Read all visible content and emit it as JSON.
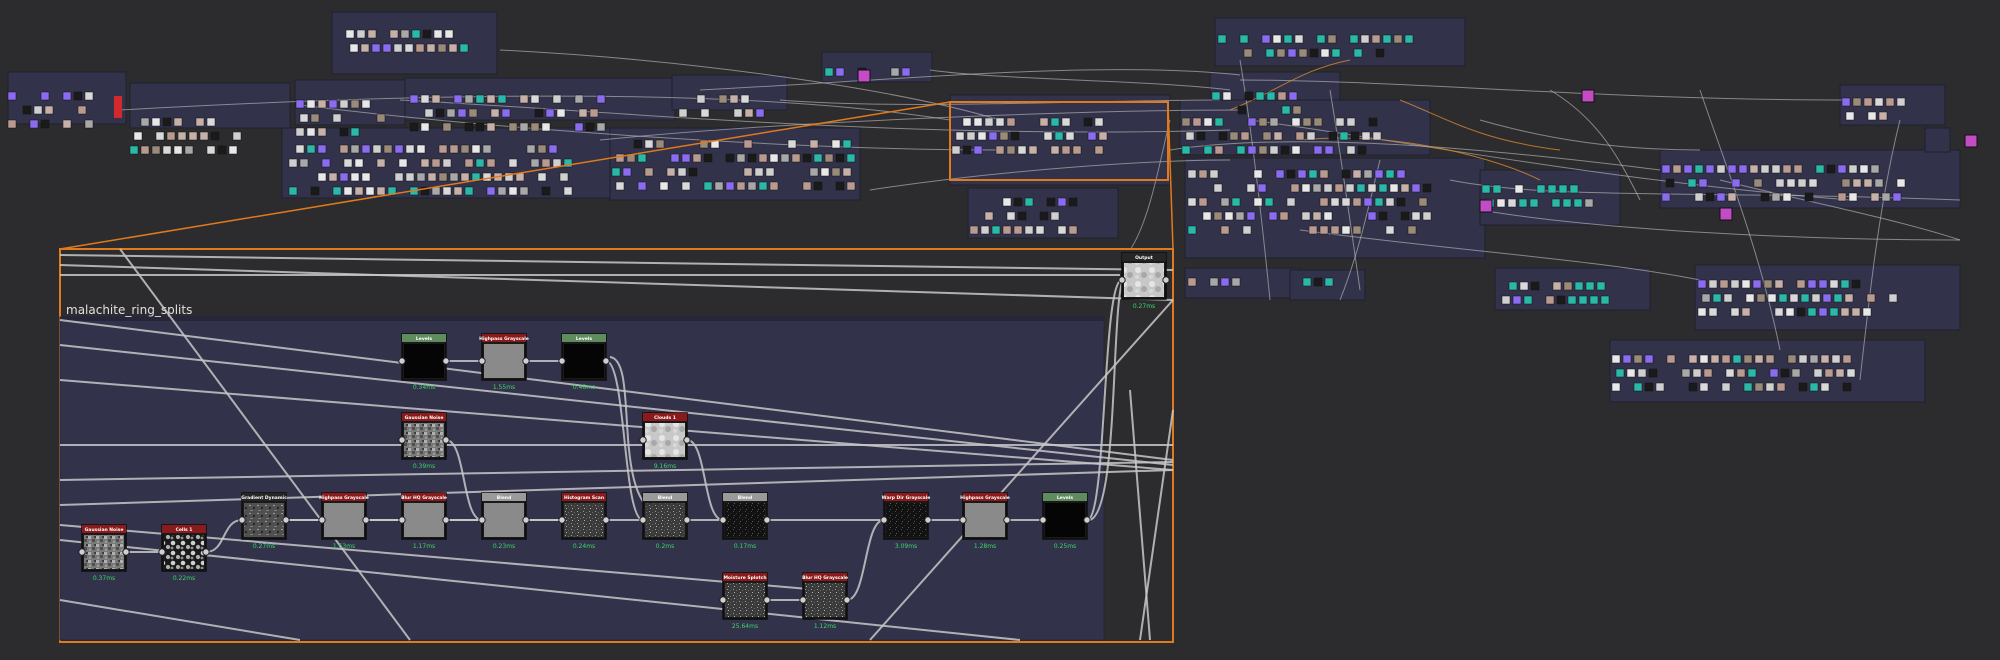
{
  "graph": {
    "zoom_frame_title": "malachite_ring_splits",
    "colors": {
      "background": "#2c2c2e",
      "frame": "#32324a",
      "selection": "#e07a1c",
      "wire": "#c8c8c8",
      "header_red": "#8c1a1a",
      "header_green": "#5e8c5e",
      "header_gray": "#9a9a9a",
      "header_dark": "#262626",
      "timing_text": "#3cd86a",
      "node_purple": "#8b6cf0",
      "node_teal": "#2ab8a8",
      "node_magenta": "#c34bc6"
    },
    "nodes": [
      {
        "id": "n1",
        "title": "Levels",
        "time": "0.34ms",
        "header": "green",
        "thumb": "black"
      },
      {
        "id": "n2",
        "title": "Highpass Grayscale",
        "time": "1.55ms",
        "header": "red",
        "thumb": "gray"
      },
      {
        "id": "n3",
        "title": "Levels",
        "time": "0.48ms",
        "header": "green",
        "thumb": "black"
      },
      {
        "id": "n4",
        "title": "Gaussian Noise",
        "time": "0.39ms",
        "header": "red",
        "thumb": "noise"
      },
      {
        "id": "n5",
        "title": "Clouds 1",
        "time": "9.16ms",
        "header": "red",
        "thumb": "clouds"
      },
      {
        "id": "n6",
        "title": "Gaussian Noise",
        "time": "0.37ms",
        "header": "red",
        "thumb": "noise"
      },
      {
        "id": "n7",
        "title": "Cells 1",
        "time": "0.22ms",
        "header": "red",
        "thumb": "cells"
      },
      {
        "id": "n8",
        "title": "Gradient Dynamic",
        "time": "0.27ms",
        "header": "dark",
        "thumb": "rough"
      },
      {
        "id": "n9",
        "title": "Highpass Grayscale",
        "time": "1.63ms",
        "header": "red",
        "thumb": "gray"
      },
      {
        "id": "n10",
        "title": "Blur HQ Grayscale",
        "time": "1.17ms",
        "header": "red",
        "thumb": "gray"
      },
      {
        "id": "n11",
        "title": "Blend",
        "time": "0.23ms",
        "header": "gray",
        "thumb": "gray"
      },
      {
        "id": "n12",
        "title": "Histogram Scan",
        "time": "0.24ms",
        "header": "red",
        "thumb": "grain"
      },
      {
        "id": "n13",
        "title": "Blend",
        "time": "0.2ms",
        "header": "gray",
        "thumb": "grain"
      },
      {
        "id": "n14",
        "title": "Blend",
        "time": "0.17ms",
        "header": "gray",
        "thumb": "darkgrain"
      },
      {
        "id": "n15",
        "title": "Warp Dir Grayscale",
        "time": "3.09ms",
        "header": "red",
        "thumb": "darkgrain"
      },
      {
        "id": "n16",
        "title": "Highpass Grayscale",
        "time": "1.28ms",
        "header": "red",
        "thumb": "gray"
      },
      {
        "id": "n17",
        "title": "Levels",
        "time": "0.25ms",
        "header": "green",
        "thumb": "black"
      },
      {
        "id": "n18",
        "title": "Moisture Splotch",
        "time": "25.64ms",
        "header": "red",
        "thumb": "grain"
      },
      {
        "id": "n19",
        "title": "Blur HQ Grayscale",
        "time": "1.12ms",
        "header": "red",
        "thumb": "grain"
      },
      {
        "id": "n20",
        "title": "Output",
        "time": "0.27ms",
        "header": "dark",
        "thumb": "clouds"
      }
    ]
  }
}
